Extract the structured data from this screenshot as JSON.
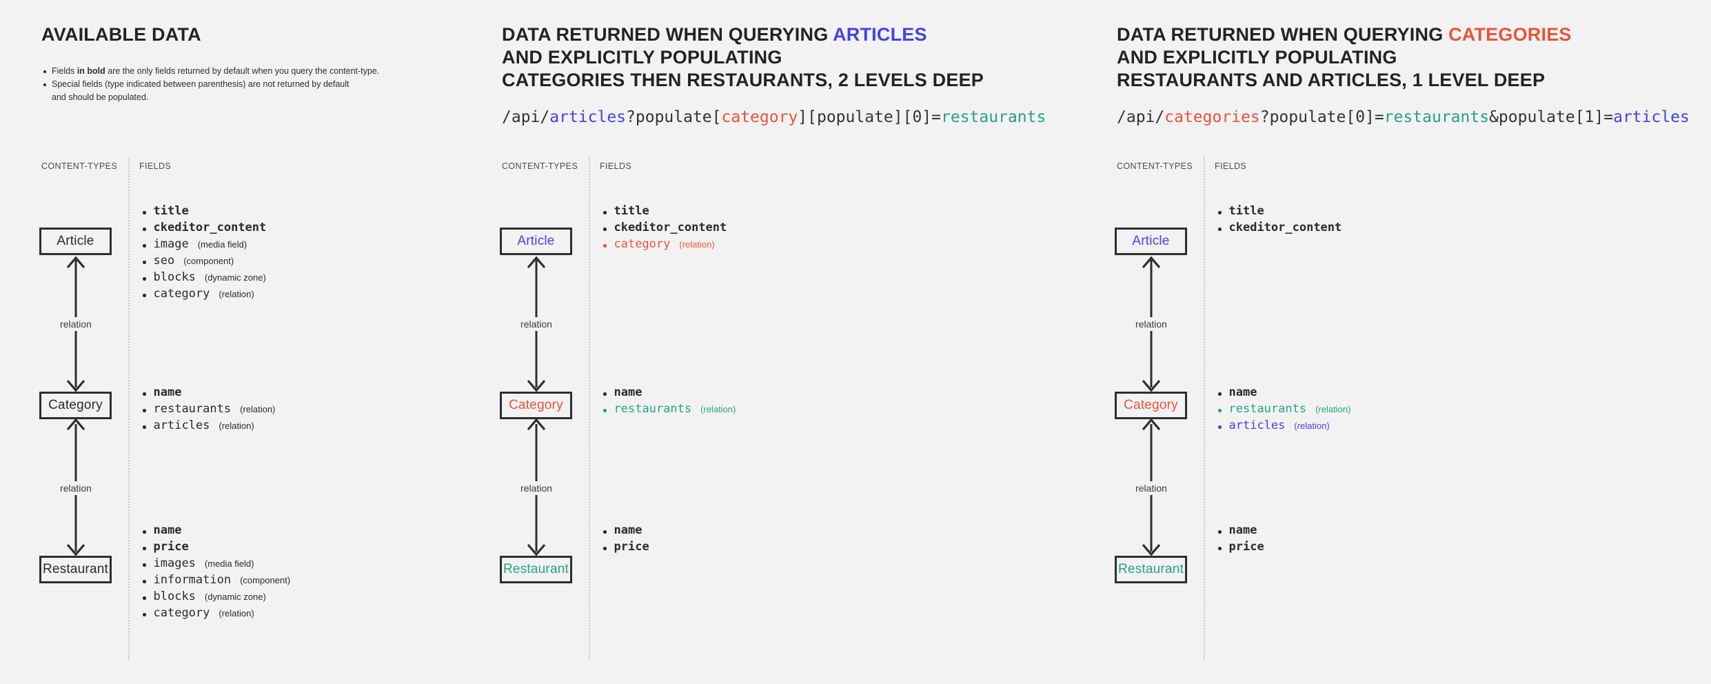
{
  "colors": {
    "dark": "#2a2a2a",
    "blue": "#4541e6",
    "red": "#e8543c",
    "teal": "#27a186",
    "background": "#f2f2f2",
    "box_border": "#2e2e2e",
    "muted_label": "#4c4c4c"
  },
  "labels": {
    "content_types": "CONTENT-TYPES",
    "fields": "FIELDS",
    "relation": "relation"
  },
  "columns": [
    {
      "id": "available-data",
      "title": "AVAILABLE DATA",
      "notes": [
        {
          "lines": [
            [
              {
                "t": "Fields "
              },
              {
                "t": "in bold",
                "b": true
              },
              {
                "t": " are the only fields returned by default when you query the content-type."
              }
            ]
          ]
        },
        {
          "lines": [
            [
              {
                "t": "Special fields (type indicated between parenthesis) are not returned by default"
              }
            ],
            [
              {
                "t": "and should be populated."
              }
            ]
          ]
        }
      ],
      "entities": [
        {
          "name": "Article",
          "color": "dark",
          "fields": [
            {
              "name": "title",
              "bold": true
            },
            {
              "name": "ckeditor_content",
              "bold": true
            },
            {
              "name": "image",
              "annotation": "(media field)"
            },
            {
              "name": "seo",
              "annotation": "(component)"
            },
            {
              "name": "blocks",
              "annotation": "(dynamic zone)"
            },
            {
              "name": "category",
              "annotation": "(relation)"
            }
          ]
        },
        {
          "name": "Category",
          "color": "dark",
          "fields": [
            {
              "name": "name",
              "bold": true
            },
            {
              "name": "restaurants",
              "annotation": "(relation)"
            },
            {
              "name": "articles",
              "annotation": "(relation)"
            }
          ]
        },
        {
          "name": "Restaurant",
          "color": "dark",
          "fields": [
            {
              "name": "name",
              "bold": true
            },
            {
              "name": "price",
              "bold": true
            },
            {
              "name": "images",
              "annotation": "(media field)"
            },
            {
              "name": "information",
              "annotation": "(component)"
            },
            {
              "name": "blocks",
              "annotation": "(dynamic zone)"
            },
            {
              "name": "category",
              "annotation": "(relation)"
            }
          ]
        }
      ]
    },
    {
      "id": "query-articles",
      "header": [
        [
          {
            "t": "DATA RETURNED WHEN QUERYING "
          },
          {
            "t": "ARTICLES",
            "c": "blue"
          }
        ],
        [
          {
            "t": "AND EXPLICITLY POPULATING"
          }
        ],
        [
          {
            "t": "CATEGORIES THEN RESTAURANTS, 2 LEVELS DEEP"
          }
        ]
      ],
      "code": [
        {
          "t": "/api/"
        },
        {
          "t": "articles",
          "c": "blue"
        },
        {
          "t": "?populate["
        },
        {
          "t": "category",
          "c": "red"
        },
        {
          "t": "][populate][0]="
        },
        {
          "t": "restaurants",
          "c": "teal"
        }
      ],
      "entities": [
        {
          "name": "Article",
          "color": "blue",
          "fields": [
            {
              "name": "title",
              "bold": true
            },
            {
              "name": "ckeditor_content",
              "bold": true
            },
            {
              "name": "category",
              "color": "red",
              "annotation": "(relation)"
            }
          ]
        },
        {
          "name": "Category",
          "color": "red",
          "fields": [
            {
              "name": "name",
              "bold": true
            },
            {
              "name": "restaurants",
              "color": "teal",
              "annotation": "(relation)"
            }
          ]
        },
        {
          "name": "Restaurant",
          "color": "teal",
          "fields": [
            {
              "name": "name",
              "bold": true
            },
            {
              "name": "price",
              "bold": true
            }
          ]
        }
      ]
    },
    {
      "id": "query-categories",
      "header": [
        [
          {
            "t": "DATA RETURNED WHEN QUERYING "
          },
          {
            "t": "CATEGORIES",
            "c": "red"
          }
        ],
        [
          {
            "t": "AND EXPLICITLY POPULATING"
          }
        ],
        [
          {
            "t": "RESTAURANTS AND ARTICLES, 1 LEVEL DEEP"
          }
        ]
      ],
      "code": [
        {
          "t": "/api/"
        },
        {
          "t": "categories",
          "c": "red"
        },
        {
          "t": "?populate[0]="
        },
        {
          "t": "restaurants",
          "c": "teal"
        },
        {
          "t": "&populate[1]="
        },
        {
          "t": "articles",
          "c": "blue"
        }
      ],
      "entities": [
        {
          "name": "Article",
          "color": "blue",
          "fields": [
            {
              "name": "title",
              "bold": true
            },
            {
              "name": "ckeditor_content",
              "bold": true
            }
          ]
        },
        {
          "name": "Category",
          "color": "red",
          "fields": [
            {
              "name": "name",
              "bold": true
            },
            {
              "name": "restaurants",
              "color": "teal",
              "annotation": "(relation)"
            },
            {
              "name": "articles",
              "color": "blue",
              "annotation": "(relation)"
            }
          ]
        },
        {
          "name": "Restaurant",
          "color": "teal",
          "fields": [
            {
              "name": "name",
              "bold": true
            },
            {
              "name": "price",
              "bold": true
            }
          ]
        }
      ]
    }
  ]
}
